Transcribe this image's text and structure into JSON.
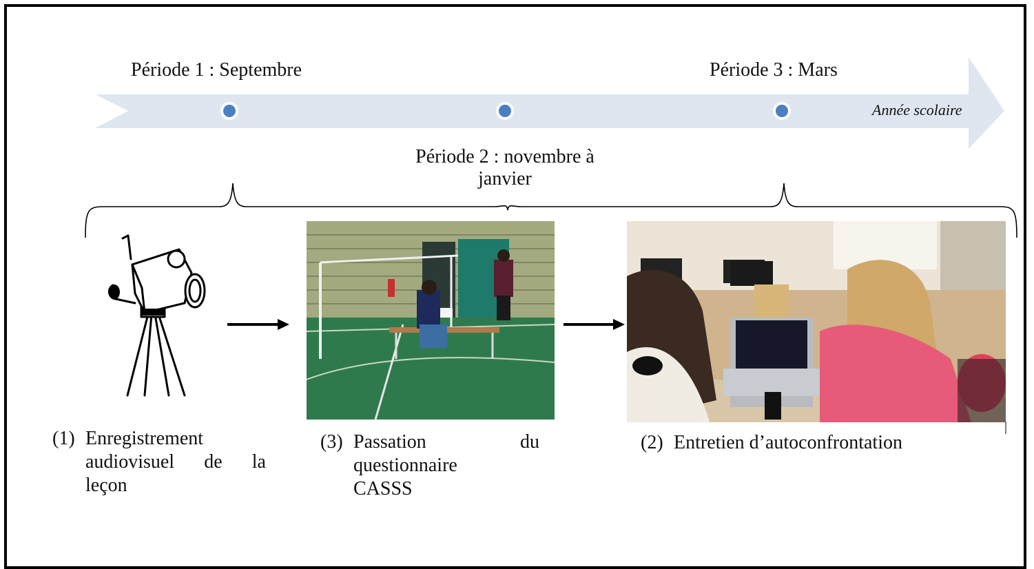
{
  "timeline": {
    "periods": [
      {
        "label": "Période 1 : Septembre"
      },
      {
        "label": "Période 2 : novembre à janvier"
      },
      {
        "label": "Période 3 : Mars"
      }
    ],
    "axis_label": "Année scolaire"
  },
  "steps": [
    {
      "number": "(1)",
      "line1": "Enregistrement",
      "line2a": "audiovisuel",
      "line2b": "de",
      "line2c": "la",
      "line3": "leçon"
    },
    {
      "number": "(3)",
      "line1a": "Passation",
      "line1b": "du",
      "line2": "questionnaire",
      "line3": "CASSS"
    },
    {
      "number": "(2)",
      "line1": "Entretien d’autoconfrontation"
    }
  ],
  "colors": {
    "arrow_fill": "#dfe6ef",
    "dot_fill": "#4a7fc1",
    "gym_wall": "#9aa47a",
    "gym_floor": "#2f7a4d"
  },
  "icons": [
    "video-camera-on-tripod-icon",
    "arrow-right-icon"
  ]
}
